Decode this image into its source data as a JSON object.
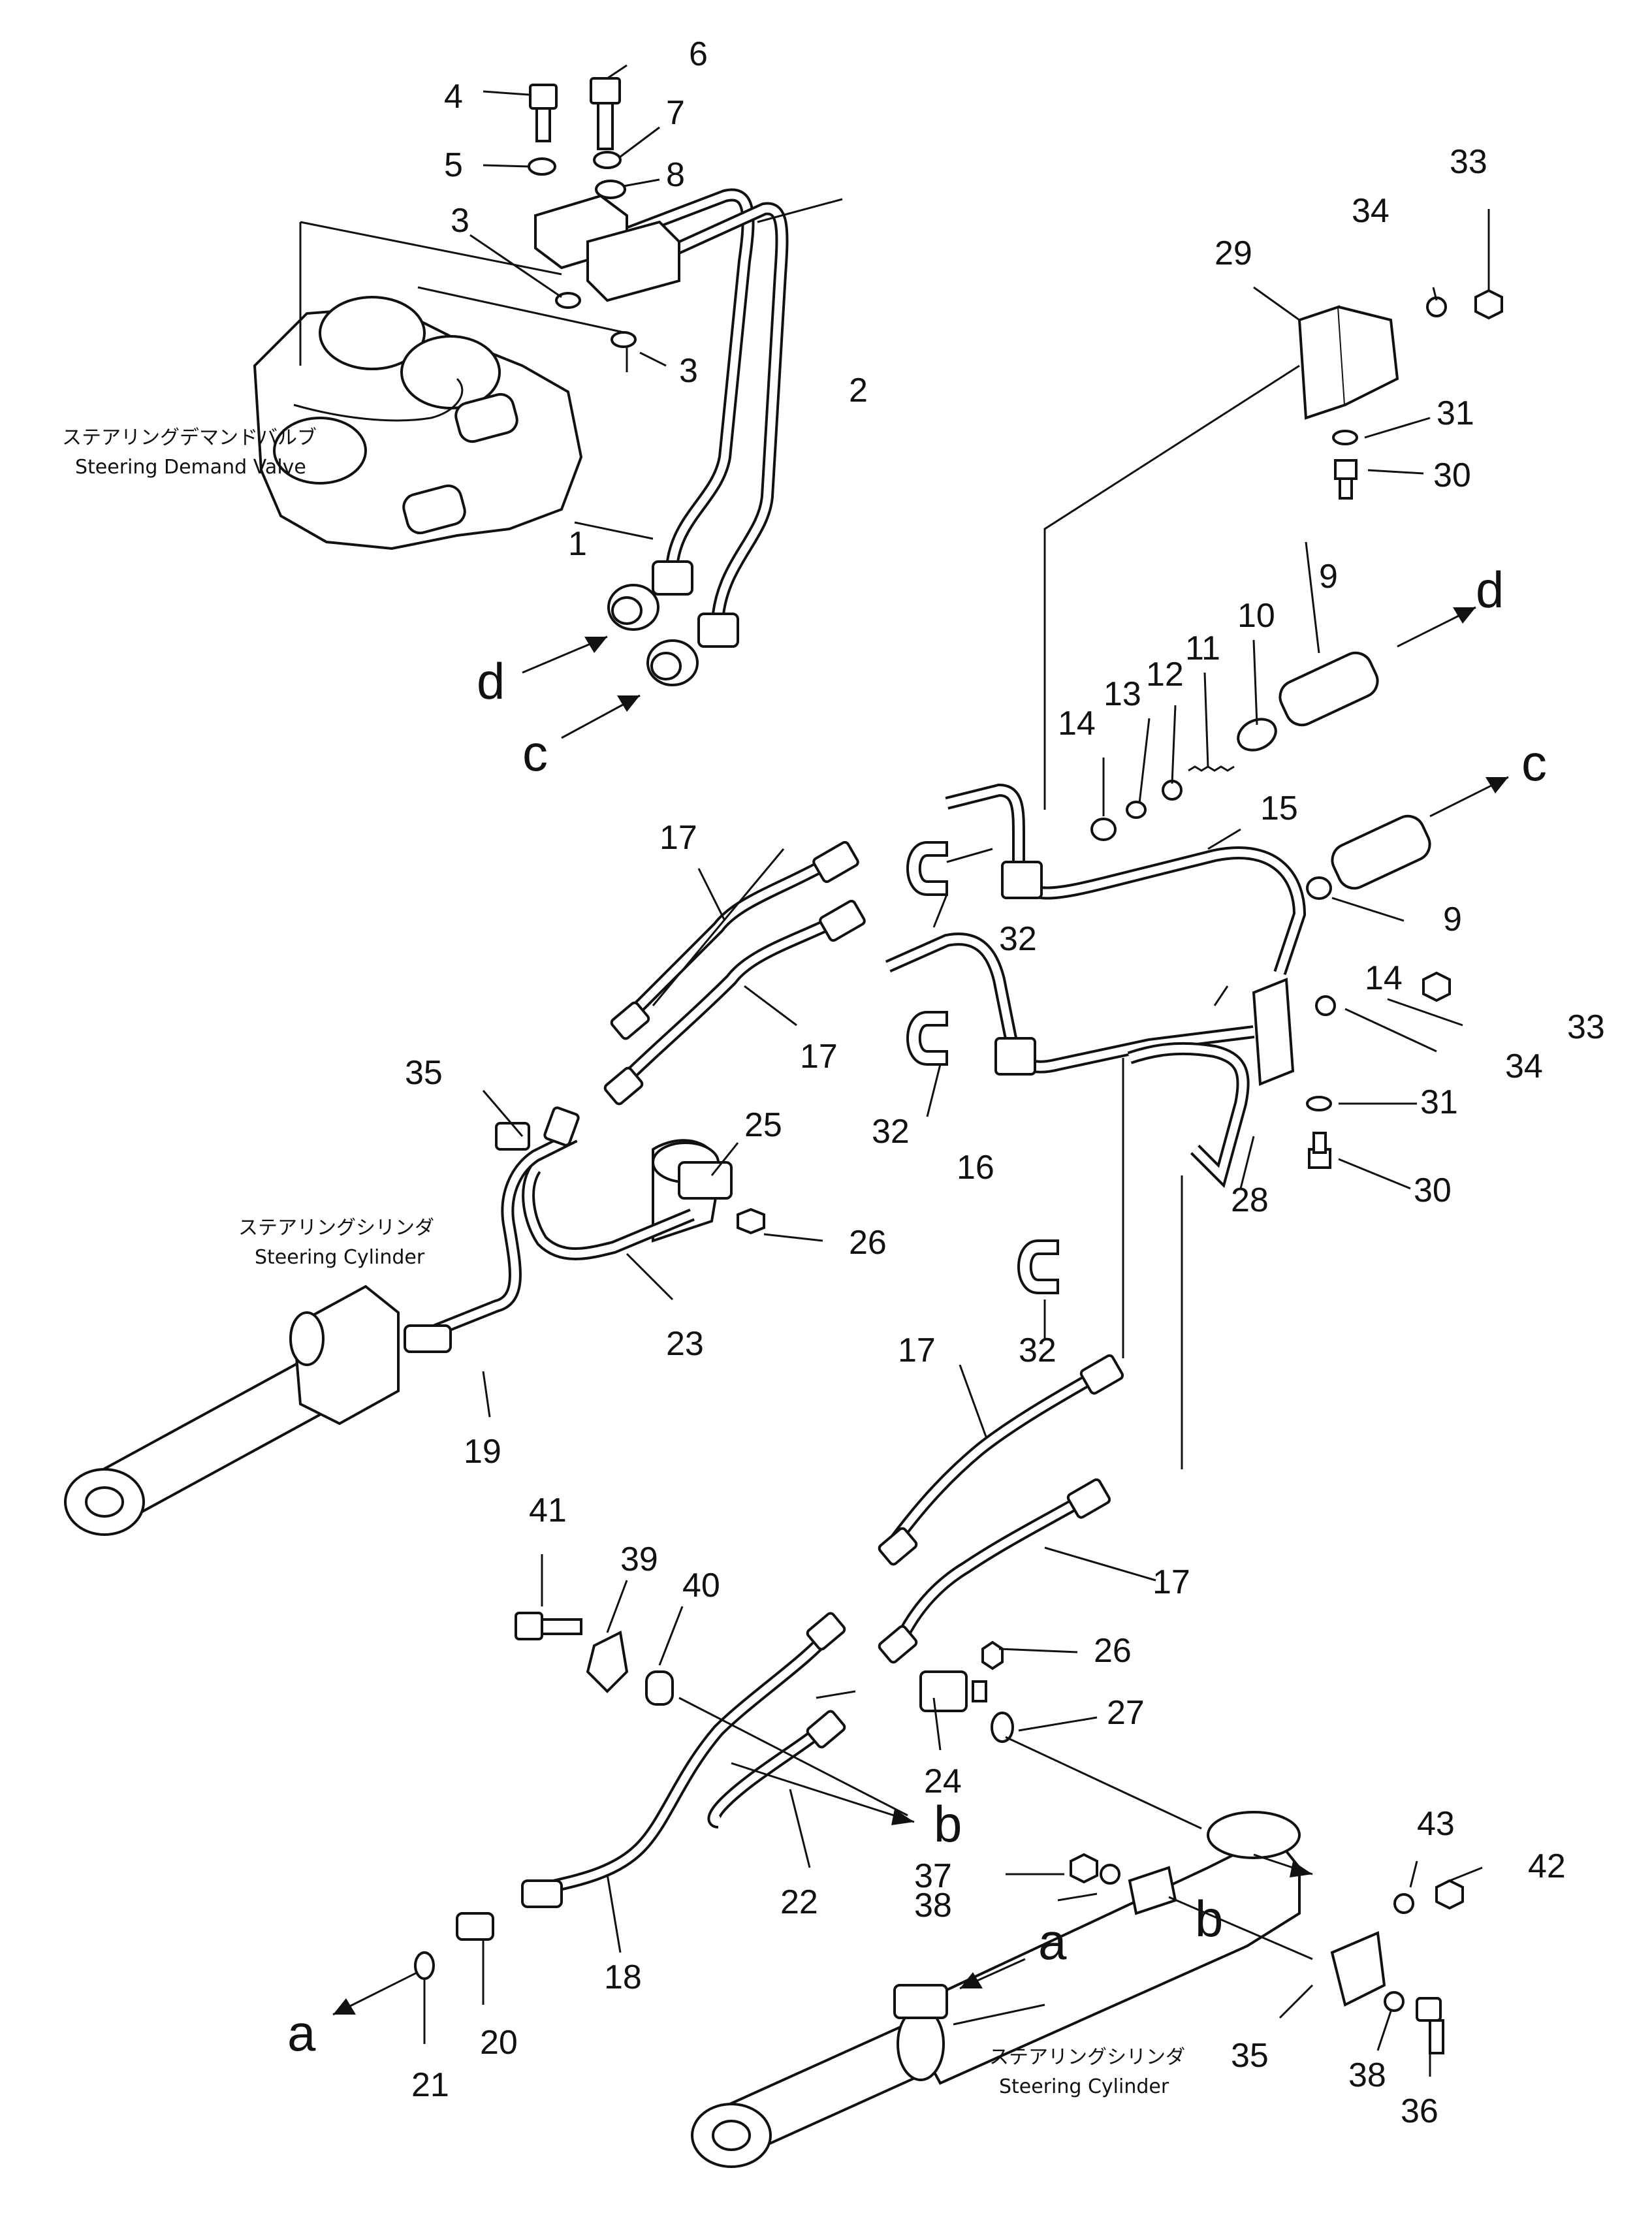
{
  "diagram": {
    "callouts": [
      "1",
      "2",
      "3",
      "3",
      "4",
      "5",
      "6",
      "7",
      "8",
      "9",
      "9",
      "10",
      "11",
      "12",
      "13",
      "14",
      "14",
      "15",
      "16",
      "17",
      "17",
      "17",
      "17",
      "18",
      "19",
      "20",
      "21",
      "22",
      "23",
      "24",
      "25",
      "26",
      "26",
      "27",
      "28",
      "29",
      "30",
      "30",
      "31",
      "31",
      "32",
      "32",
      "32",
      "33",
      "33",
      "34",
      "34",
      "35",
      "35",
      "36",
      "37",
      "38",
      "38",
      "39",
      "40",
      "41",
      "42",
      "43"
    ],
    "flow_letters": [
      "d",
      "c",
      "d",
      "c",
      "a",
      "a",
      "b",
      "b"
    ],
    "labels": {
      "demand_valve_jp": "ステアリングデマンドバルブ",
      "demand_valve_en": "Steering Demand Valve",
      "cylinder_left_jp": "ステアリングシリンダ",
      "cylinder_left_en": "Steering Cylinder",
      "cylinder_right_jp": "ステアリングシリンダ",
      "cylinder_right_en": "Steering Cylinder"
    }
  }
}
